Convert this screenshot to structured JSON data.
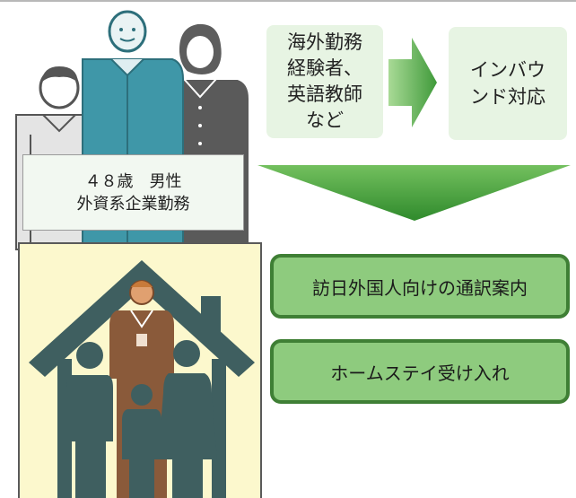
{
  "profile": {
    "age_gender": "４８歳　男性",
    "job": "外資系企業勤務"
  },
  "experience": {
    "lines": [
      "海外勤務",
      "経験者、",
      "英語教師",
      "など"
    ]
  },
  "inbound": {
    "lines": [
      "インバウ",
      "ンド対応"
    ]
  },
  "activities": [
    "訪日外国人向けの通訳案内",
    "ホームステイ受け入れ"
  ],
  "colors": {
    "light_green_box": "#e7f4e3",
    "activity_fill": "#8ecb7e",
    "activity_border": "#3f7f35",
    "house_color": "#3f5f60",
    "panel_bg": "#fcf8cd"
  }
}
